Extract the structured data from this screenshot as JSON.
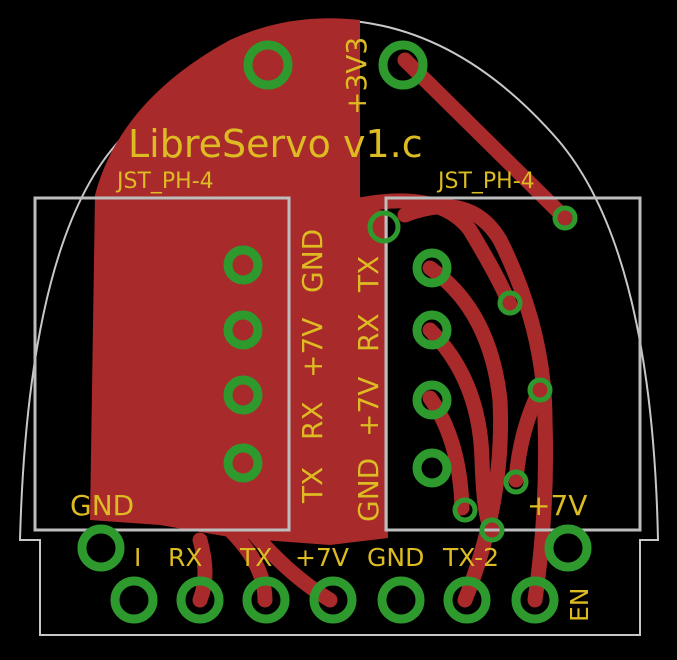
{
  "board": {
    "title": "LibreServo v1.c",
    "connector_left": {
      "footprint": "JST_PH-4",
      "pin_labels": [
        "GND",
        "+7V",
        "RX",
        "TX"
      ]
    },
    "connector_right": {
      "footprint": "JST_PH-4",
      "pin_labels": [
        "TX",
        "RX",
        "+7V",
        "GND"
      ]
    },
    "header_labels": {
      "top": "+3V3",
      "gnd_left": "GND",
      "plus7v_right": "+7V",
      "bottom_row": [
        "I",
        "RX",
        "TX",
        "+7V",
        "GND",
        "TX-2"
      ],
      "en": "EN"
    }
  },
  "colors": {
    "background": "#000000",
    "copper": "#a82a2a",
    "pads": "#2e9a2e",
    "silkscreen": "#ddbb22",
    "outline": "#c8c8c8"
  }
}
